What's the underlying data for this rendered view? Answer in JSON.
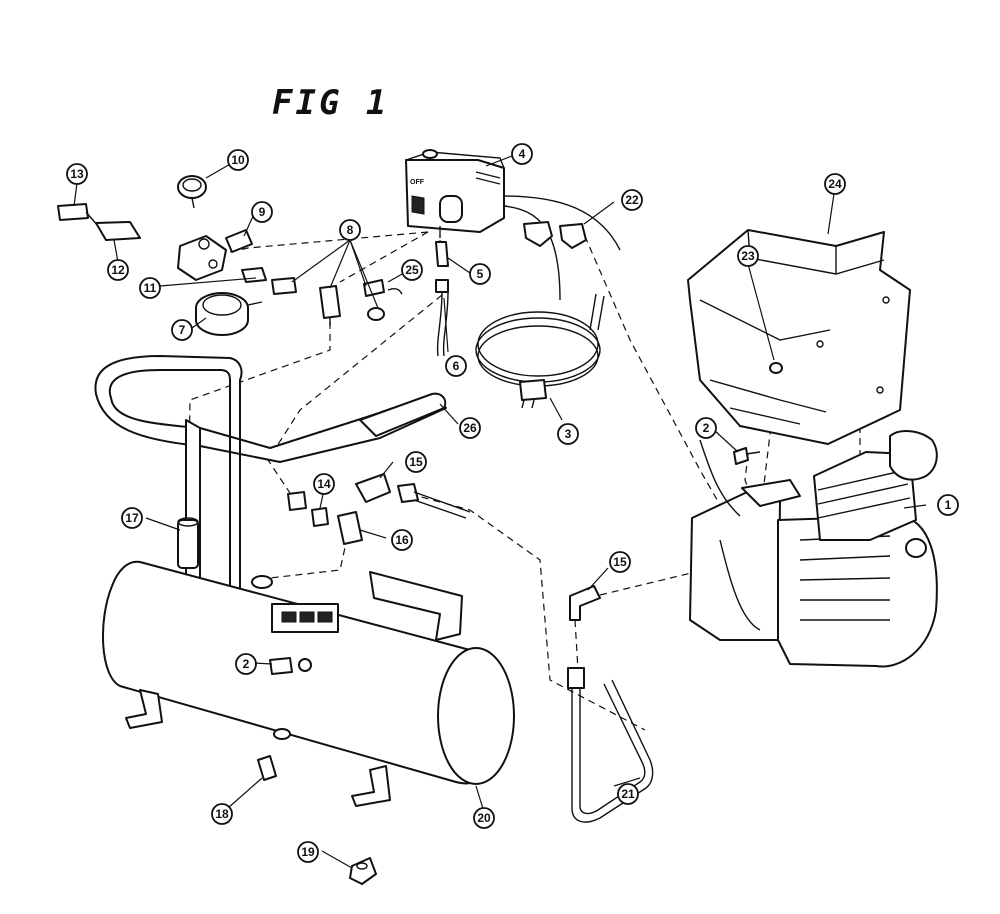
{
  "figure": {
    "title": "FIG 1"
  },
  "callouts": {
    "c1": "1",
    "c2a": "2",
    "c2b": "2",
    "c3": "3",
    "c4": "4",
    "c5": "5",
    "c6": "6",
    "c7": "7",
    "c8": "8",
    "c9": "9",
    "c10": "10",
    "c11": "11",
    "c12": "12",
    "c13": "13",
    "c14": "14",
    "c15a": "15",
    "c15b": "15",
    "c16": "16",
    "c17": "17",
    "c18": "18",
    "c19": "19",
    "c20": "20",
    "c21": "21",
    "c22": "22",
    "c23": "23",
    "c24": "24",
    "c25": "25",
    "c26": "26"
  },
  "labels": {
    "switch_off": "OFF"
  },
  "colors": {
    "ink": "#111111",
    "paper": "#ffffff"
  }
}
